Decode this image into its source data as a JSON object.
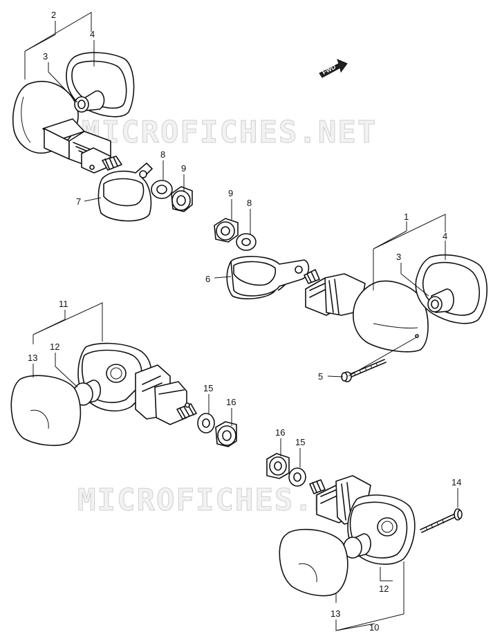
{
  "diagram": {
    "watermark": "MICROFICHES.NET",
    "direction_marker": "FWD",
    "callouts": {
      "c1": "1",
      "c2": "2",
      "c3a": "3",
      "c3b": "3",
      "c4a": "4",
      "c4b": "4",
      "c5": "5",
      "c6": "6",
      "c7": "7",
      "c8a": "8",
      "c8b": "8",
      "c9a": "9",
      "c9b": "9",
      "c10": "10",
      "c11": "11",
      "c12a": "12",
      "c12b": "12",
      "c13a": "13",
      "c13b": "13",
      "c14": "14",
      "c15a": "15",
      "c15b": "15",
      "c16a": "16",
      "c16b": "16"
    }
  }
}
